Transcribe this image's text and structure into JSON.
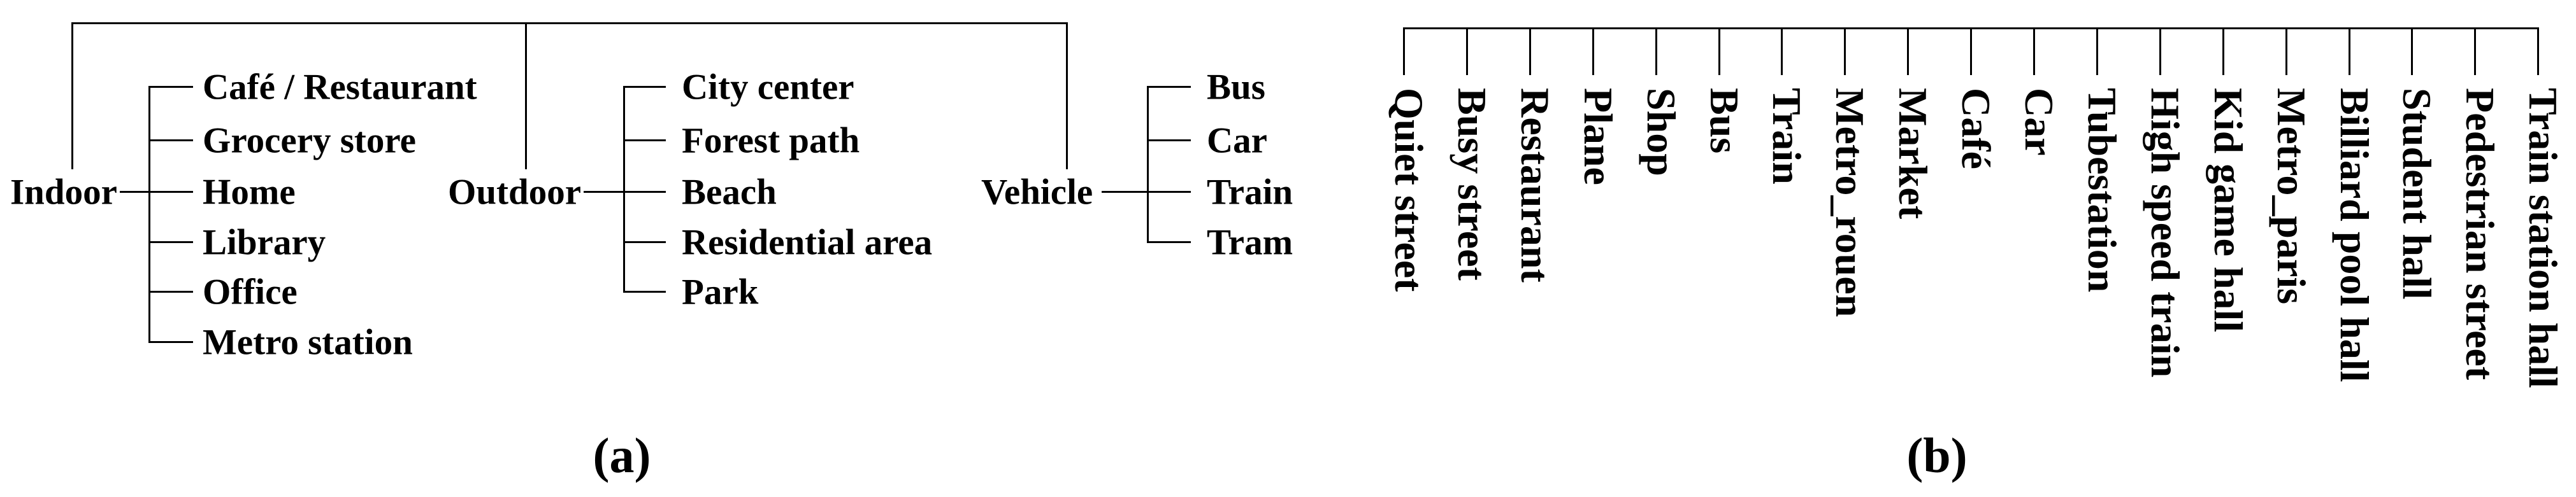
{
  "panel_a": {
    "caption": "(a)",
    "tree": [
      {
        "label": "Indoor",
        "children": [
          "Café / Restaurant",
          "Grocery store",
          "Home",
          "Library",
          "Office",
          "Metro station"
        ]
      },
      {
        "label": "Outdoor",
        "children": [
          "City center",
          "Forest path",
          "Beach",
          "Residential area",
          "Park"
        ]
      },
      {
        "label": "Vehicle",
        "children": [
          "Bus",
          "Car",
          "Train",
          "Tram"
        ]
      }
    ]
  },
  "panel_b": {
    "caption": "(b)",
    "scene_labels": [
      "Quiet street",
      "Busy street",
      "Restaurant",
      "Plane",
      "Shop",
      "Bus",
      "Train",
      "Metro_rouen",
      "Market",
      "Café",
      "Car",
      "Tubestation",
      "High speed train",
      "Kid game hall",
      "Metro_paris",
      "Billiard pool hall",
      "Student hall",
      "Pedestrian street",
      "Train station hall"
    ]
  },
  "colors": {
    "ink": "#000000",
    "background": "#ffffff"
  }
}
